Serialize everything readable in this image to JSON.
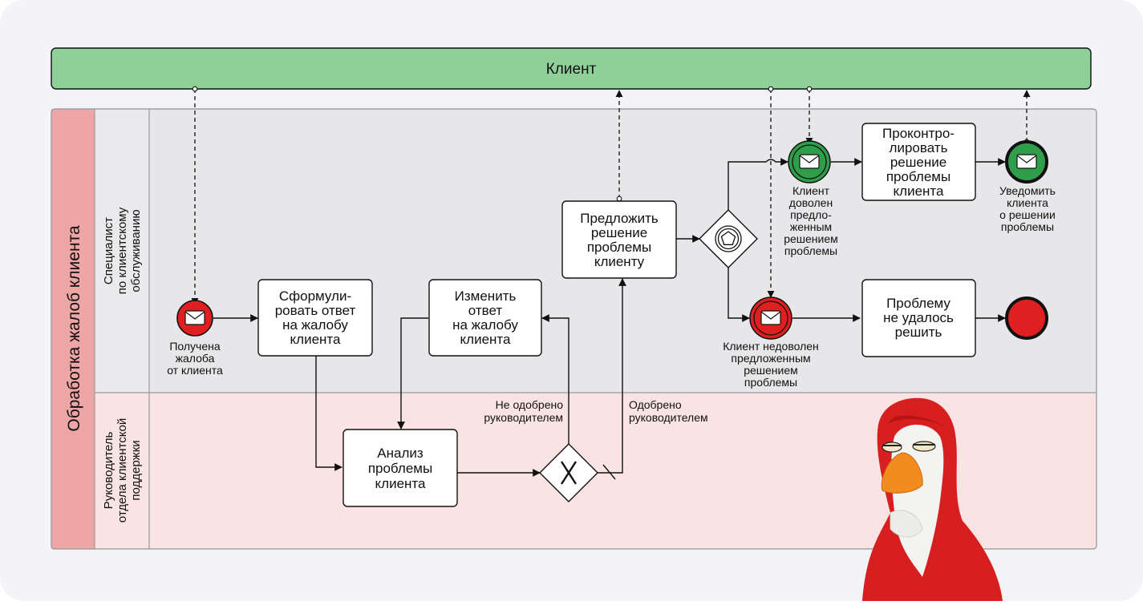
{
  "colors": {
    "background": "#f4f3f7",
    "client_pool": "#8fcf98",
    "lane_specialist": "#e7e6e9",
    "lane_manager": "#f9e3e3",
    "pool_label_bg": "#eea5a5",
    "event_green": "#2e9e4b",
    "event_red": "#e02020",
    "stroke": "#111111"
  },
  "client_pool": {
    "label": "Клиент"
  },
  "process_pool": {
    "label": "Обработка жалоб клиента"
  },
  "lanes": {
    "specialist": [
      "Специалист",
      "по клиентскому",
      "обслуживанию"
    ],
    "manager": [
      "Руководитель",
      "отдела клиентской",
      "поддержки"
    ]
  },
  "tasks": {
    "formulate": [
      "Сформули-",
      "ровать ответ",
      "на жалобу",
      "клиента"
    ],
    "change": [
      "Изменить",
      "ответ",
      "на жалобу",
      "клиента"
    ],
    "propose": [
      "Предложить",
      "решение",
      "проблемы",
      "клиенту"
    ],
    "control": [
      "Проконтро-",
      "лировать",
      "решение",
      "проблемы",
      "клиента"
    ],
    "unsolved": [
      "Проблему",
      "не удалось",
      "решить"
    ],
    "analysis": [
      "Анализ",
      "проблемы",
      "клиента"
    ]
  },
  "events": {
    "received": [
      "Получена",
      "жалоба",
      "от клиента"
    ],
    "satisfied": [
      "Клиент",
      "доволен",
      "предло-",
      "женным",
      "решением",
      "проблемы"
    ],
    "notify": [
      "Уведомить",
      "клиента",
      "о решении",
      "проблемы"
    ],
    "dissatisfied": [
      "Клиент недоволен",
      "предложенным",
      "решением",
      "проблемы"
    ]
  },
  "flow_labels": {
    "not_approved": [
      "Не одобрено",
      "руководителем"
    ],
    "approved": [
      "Одобрено",
      "руководителем"
    ]
  },
  "icons": {
    "envelope": "envelope-icon",
    "gateway_exclusive": "x-icon",
    "gateway_event": "pentagon-icon",
    "mascot": "duck-mascot-icon"
  }
}
